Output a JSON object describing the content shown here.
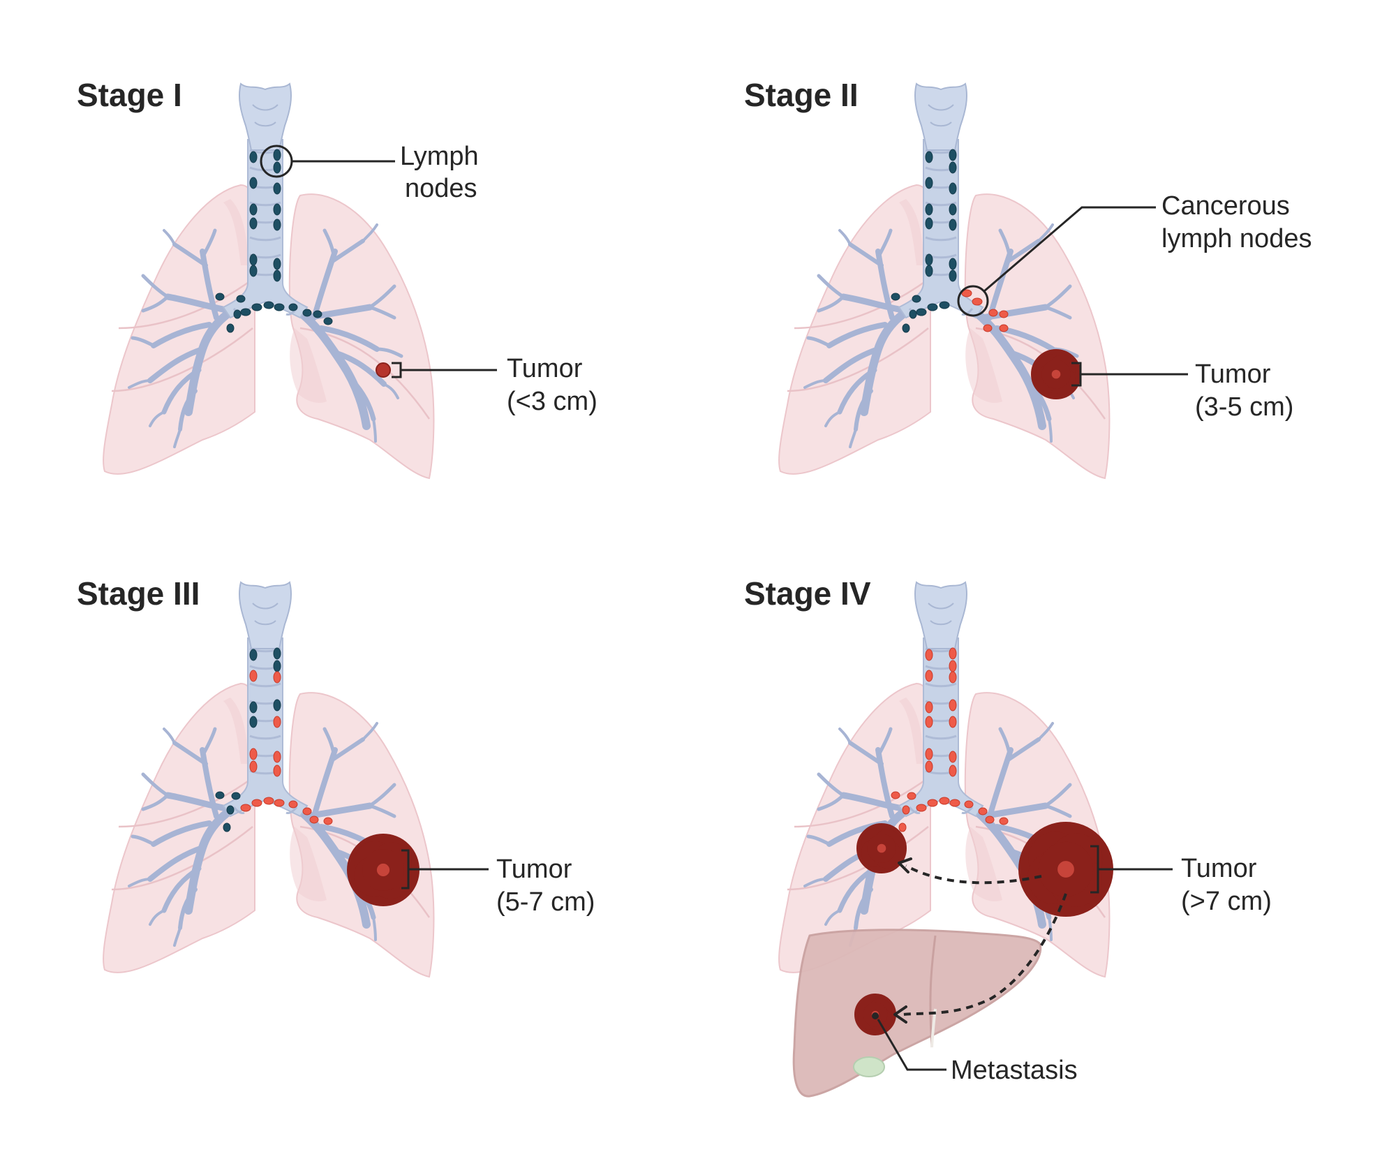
{
  "panels": [
    {
      "title": "Stage I",
      "labels": [
        {
          "lines": [
            "Lymph",
            "nodes"
          ]
        },
        {
          "lines": [
            "Tumor",
            "(<3 cm)"
          ]
        }
      ]
    },
    {
      "title": "Stage II",
      "labels": [
        {
          "lines": [
            "Cancerous",
            "lymph nodes"
          ]
        },
        {
          "lines": [
            "Tumor",
            "(3-5 cm)"
          ]
        }
      ]
    },
    {
      "title": "Stage III",
      "labels": [
        {
          "lines": [
            "Tumor",
            "(5-7 cm)"
          ]
        }
      ]
    },
    {
      "title": "Stage IV",
      "labels": [
        {
          "lines": [
            "Tumor",
            "(>7 cm)"
          ]
        },
        {
          "lines": [
            "Metastasis"
          ]
        }
      ]
    }
  ],
  "colors": {
    "lung": "#f7e1e3",
    "airway": "#a7b4d4",
    "healthy_node": "#1e4f63",
    "cancerous_node": "#ee5b49",
    "tumor": "#b5342c",
    "liver": "#dcb9b8"
  }
}
